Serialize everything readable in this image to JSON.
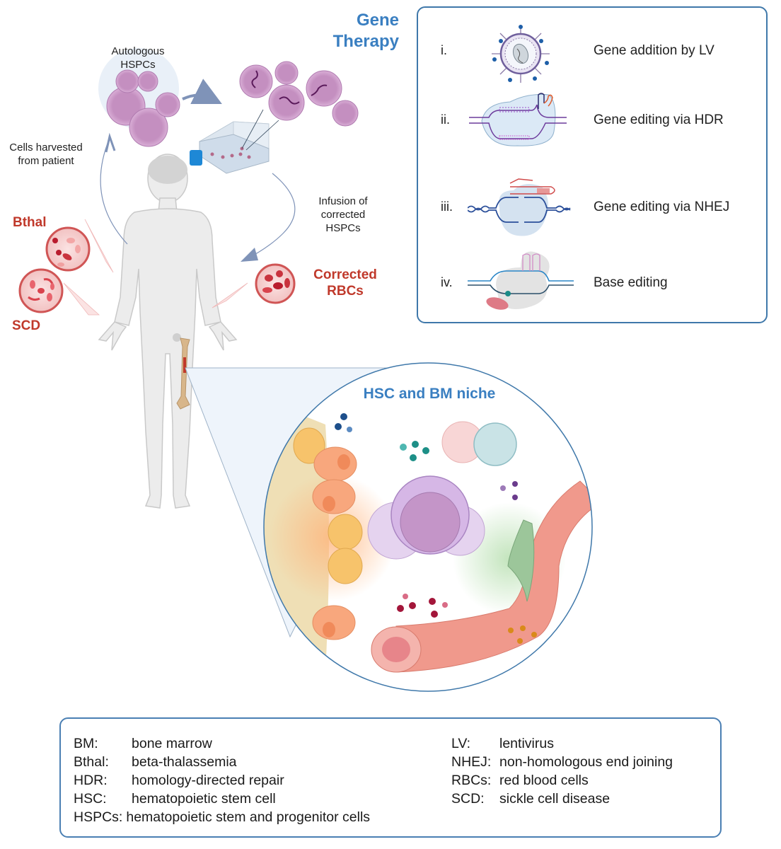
{
  "header": {
    "title_line1": "Gene",
    "title_line2": "Therapy"
  },
  "workflow": {
    "autologous_label_line1": "Autologous",
    "autologous_label_line2": "HSPCs",
    "harvest_label_line1": "Cells harvested",
    "harvest_label_line2": "from patient",
    "infusion_label_line1": "Infusion of",
    "infusion_label_line2": "corrected",
    "infusion_label_line3": "HSPCs"
  },
  "disease_labels": {
    "bthal": "Bthal",
    "scd": "SCD",
    "corrected_line1": "Corrected",
    "corrected_line2": "RBCs"
  },
  "niche": {
    "title": "HSC and BM niche"
  },
  "methods": [
    {
      "num": "i.",
      "label": "Gene addition by LV",
      "icon": "lentivirus-icon"
    },
    {
      "num": "ii.",
      "label": "Gene editing via HDR",
      "icon": "hdr-editing-icon"
    },
    {
      "num": "iii.",
      "label": "Gene editing via NHEJ",
      "icon": "nhej-editing-icon"
    },
    {
      "num": "iv.",
      "label": "Base editing",
      "icon": "base-editing-icon"
    }
  ],
  "abbreviations": {
    "left": [
      {
        "key": "BM:",
        "value": "bone marrow"
      },
      {
        "key": "Bthal:",
        "value": "beta-thalassemia"
      },
      {
        "key": "HDR:",
        "value": "homology-directed repair"
      },
      {
        "key": "HSC:",
        "value": "hematopoietic stem cell"
      },
      {
        "key": "HSPCs:",
        "value": "hematopoietic stem and progenitor cells"
      }
    ],
    "right": [
      {
        "key": "LV:",
        "value": "lentivirus"
      },
      {
        "key": "NHEJ:",
        "value": "non-homologous end joining"
      },
      {
        "key": "RBCs:",
        "value": "red blood cells"
      },
      {
        "key": "SCD:",
        "value": "sickle cell disease"
      }
    ]
  },
  "colors": {
    "accent_blue": "#3a7fc1",
    "panel_border": "#3f78aa",
    "disease_red": "#c0392b",
    "arrow": "#7f93b8"
  }
}
